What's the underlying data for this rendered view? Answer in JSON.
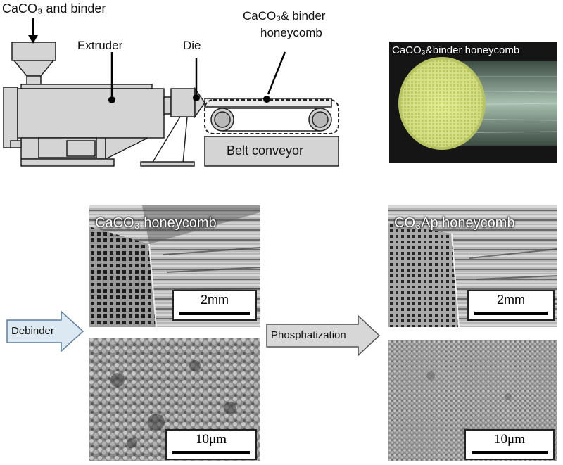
{
  "diagram": {
    "input_label": "CaCO₃ and binder",
    "extruder_label": "Extruder",
    "die_label": "Die",
    "honeycomb_label_line1": "CaCO₃& binder",
    "honeycomb_label_line2": "honeycomb",
    "conveyor_label": "Belt conveyor"
  },
  "photo": {
    "label": "CaCO₃&binder honeycomb"
  },
  "sem_caco3_top": {
    "label": "CaCO₃ honeycomb",
    "scale": "2mm"
  },
  "sem_caco3_bottom": {
    "scale": "10μm"
  },
  "sem_co3ap_top": {
    "label": "CO₃Ap honeycomb",
    "scale": "2mm"
  },
  "sem_co3ap_bottom": {
    "scale": "10μm"
  },
  "arrows": {
    "debinder": "Debinder",
    "phosphatization": "Phosphatization"
  }
}
